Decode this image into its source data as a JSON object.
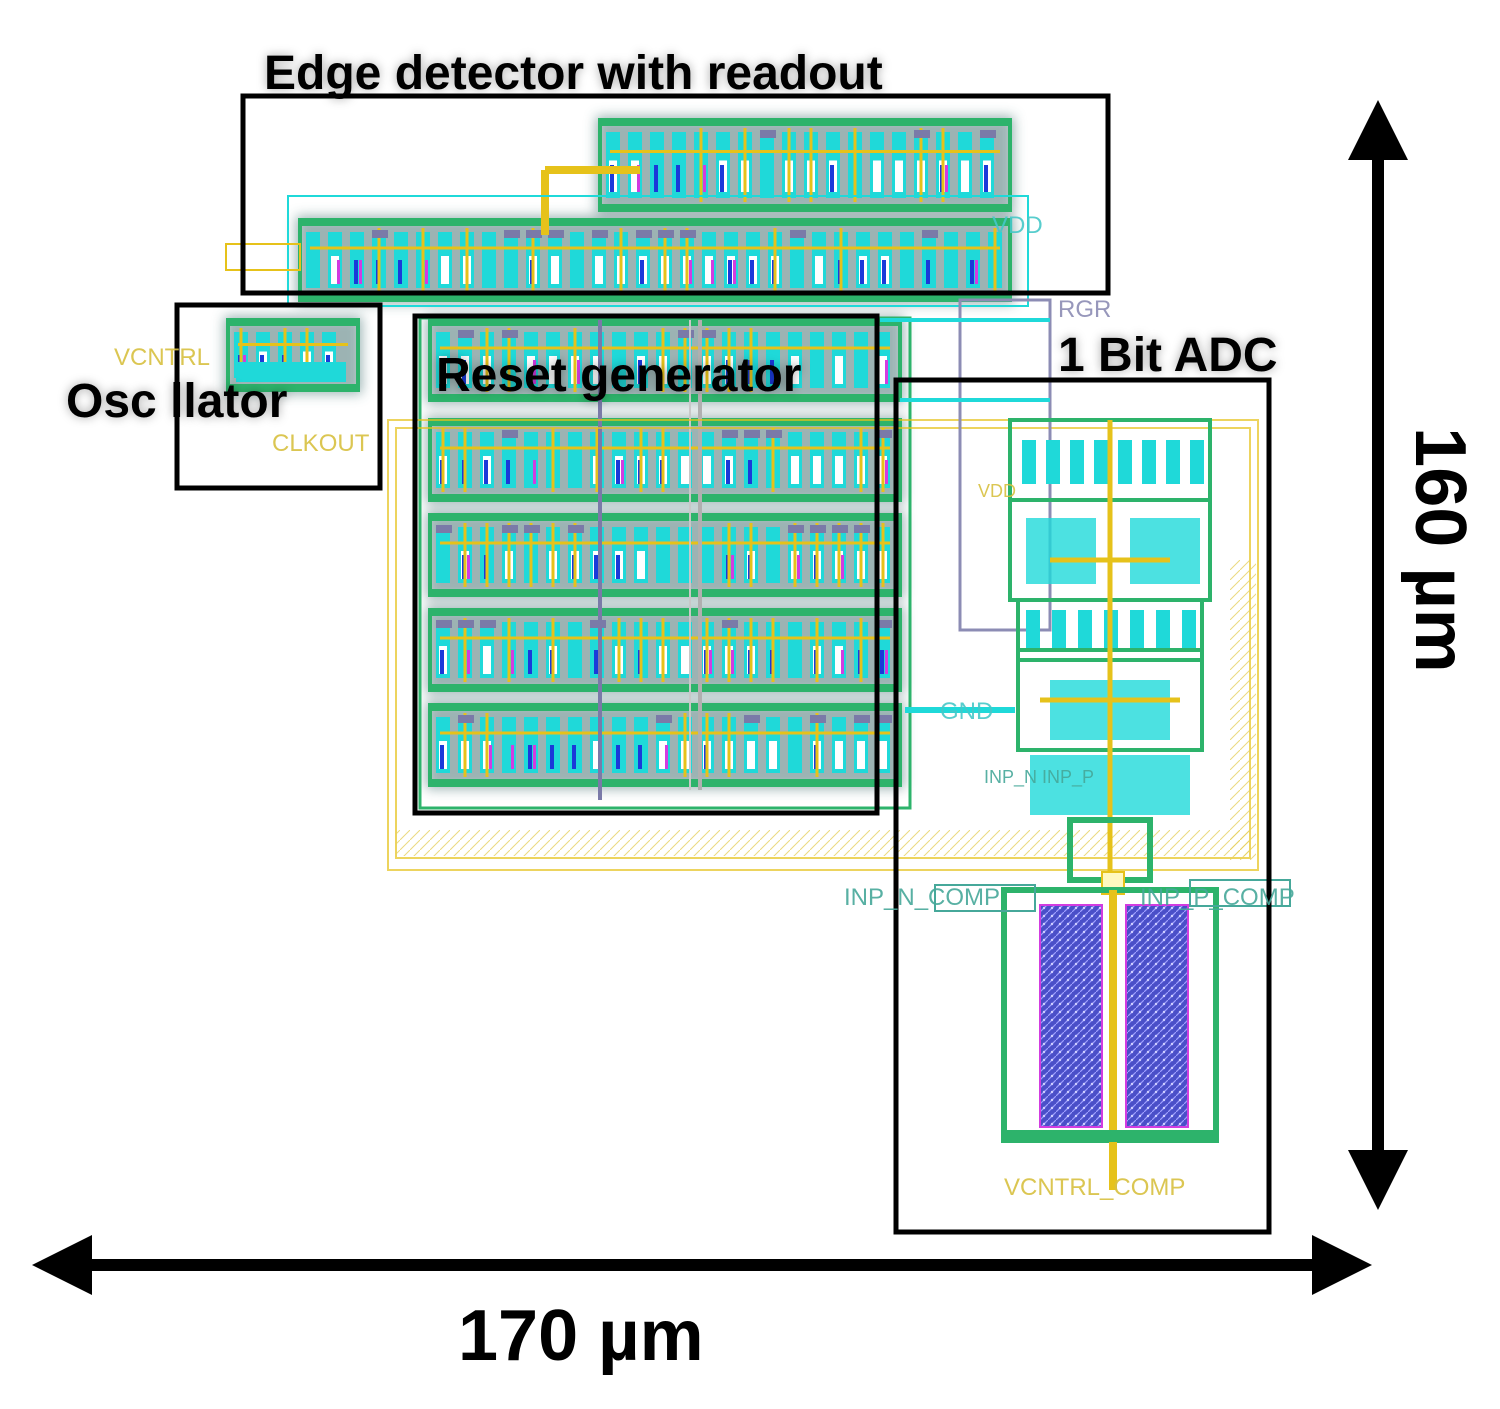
{
  "title": "",
  "blocks": {
    "edge_detector": "Edge detector with readout",
    "oscillator": "Osc llator",
    "reset_generator": "Reset generator",
    "adc": "1 Bit ADC"
  },
  "pins": {
    "vcntrl": "VCNTRL",
    "clkout": "CLKOUT",
    "vdd": "VDD",
    "rgr": "RGR",
    "vdd_adc": "VDD",
    "gnd": "GND",
    "inn_p": "INP_N    INP_P",
    "inp_n_comp": "INP_N_COMP",
    "inp_p_comp": "INP_P_COMP",
    "vcntrl_comp": "VCNTRL_COMP"
  },
  "dimensions": {
    "width": "170 µm",
    "height": "160 µm"
  },
  "colors": {
    "outline": "#000000",
    "metal_cyan": "#1fd9d9",
    "metal_green": "#2db36b",
    "metal_yellow": "#e6c21a",
    "metal_blue": "#1a3ad9",
    "metal_magenta": "#d23ce0",
    "poly_purple": "#7a7aa8",
    "cap_fill": "#5a4fd0",
    "pin_teal": "#46a89a",
    "pin_yellow": "#d8c040",
    "pin_slate": "#8c8cb4"
  }
}
